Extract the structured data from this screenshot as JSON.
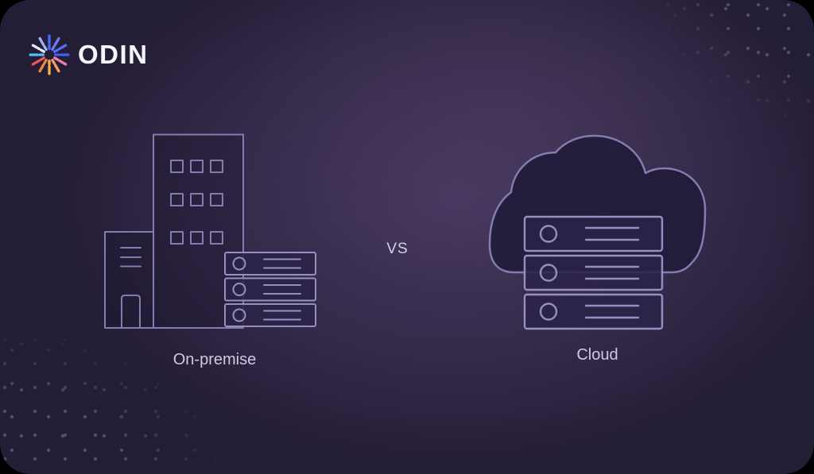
{
  "logo": {
    "brand": "ODIN",
    "ray_colors": [
      "#3f62f6",
      "#ee7fa7",
      "#f2a05c",
      "#f6b03f",
      "#f0853f",
      "#e85a52",
      "#55c1f1",
      "#e6e8f8",
      "#9fb0f8",
      "#4968f4",
      "#6d79f6",
      "#4e71f7"
    ]
  },
  "comparison": {
    "vs_label": "VS",
    "left": {
      "label": "On-premise"
    },
    "right": {
      "label": "Cloud"
    }
  },
  "palette": {
    "canvas_background": "#000000",
    "card_background": "#241d36",
    "glow": "#63507f",
    "illustration_outline": "#837cb0",
    "rack_outline": "#968fc0",
    "label_text": "#cfc9e3",
    "brand_text": "#f5f4fa",
    "dot_color": "#9a93b8"
  }
}
